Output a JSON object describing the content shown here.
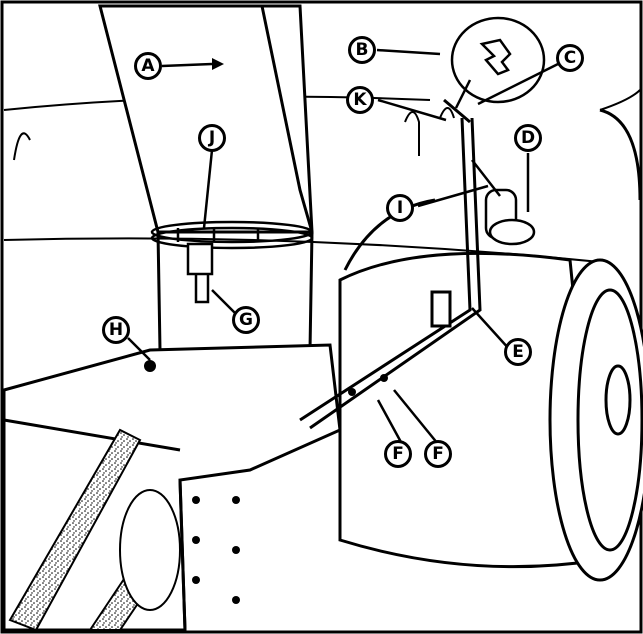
{
  "diagram": {
    "callouts": [
      {
        "id": "A",
        "label": "A"
      },
      {
        "id": "B",
        "label": "B"
      },
      {
        "id": "C",
        "label": "C"
      },
      {
        "id": "D",
        "label": "D"
      },
      {
        "id": "E",
        "label": "E"
      },
      {
        "id": "F1",
        "label": "F"
      },
      {
        "id": "F2",
        "label": "F"
      },
      {
        "id": "G",
        "label": "G"
      },
      {
        "id": "H",
        "label": "H"
      },
      {
        "id": "I",
        "label": "I"
      },
      {
        "id": "J",
        "label": "J"
      },
      {
        "id": "K",
        "label": "K"
      }
    ]
  }
}
